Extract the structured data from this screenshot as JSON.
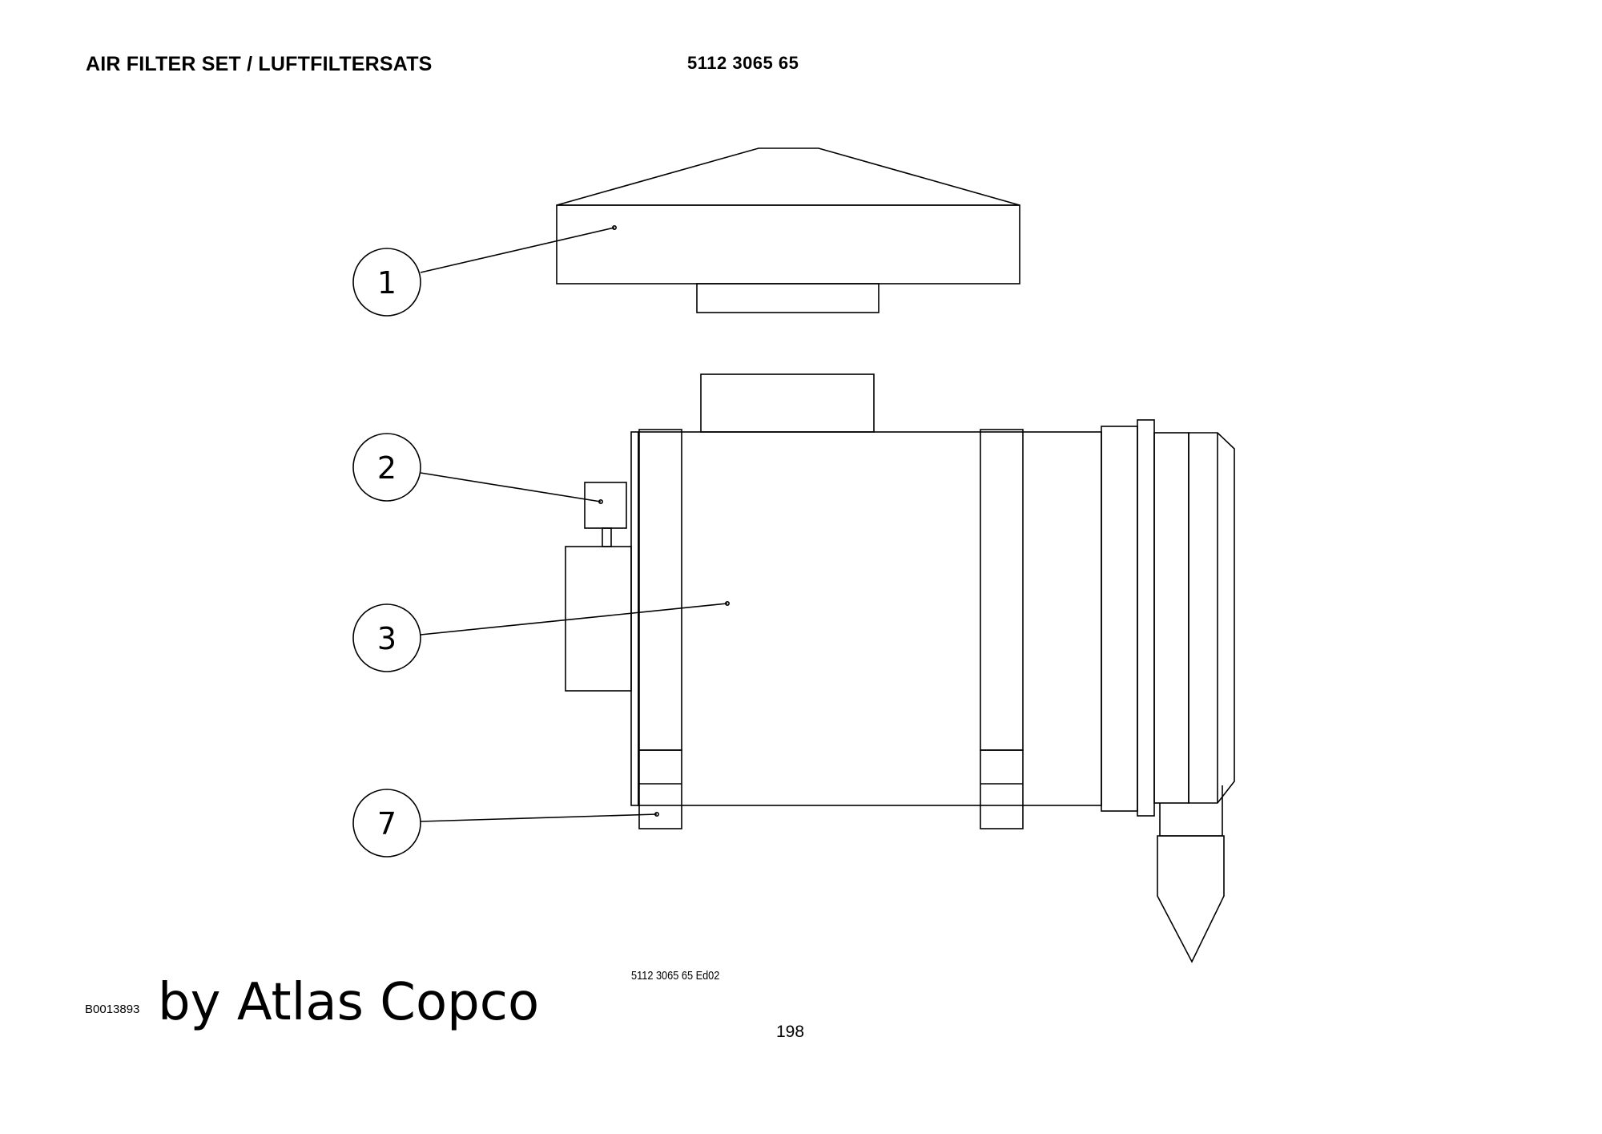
{
  "header": {
    "title": "AIR FILTER SET / LUFTFILTERSATS",
    "part_number": "5112 3065 65"
  },
  "callouts": [
    {
      "label": "1"
    },
    {
      "label": "2"
    },
    {
      "label": "3"
    },
    {
      "label": "7"
    }
  ],
  "drawing_reference": "5112 3065 65  Ed02",
  "footer": {
    "document_code": "B0013893",
    "brand_text": "by Atlas Copco",
    "page_number": "198"
  },
  "colors": {
    "line": "#000000",
    "background": "#ffffff"
  }
}
